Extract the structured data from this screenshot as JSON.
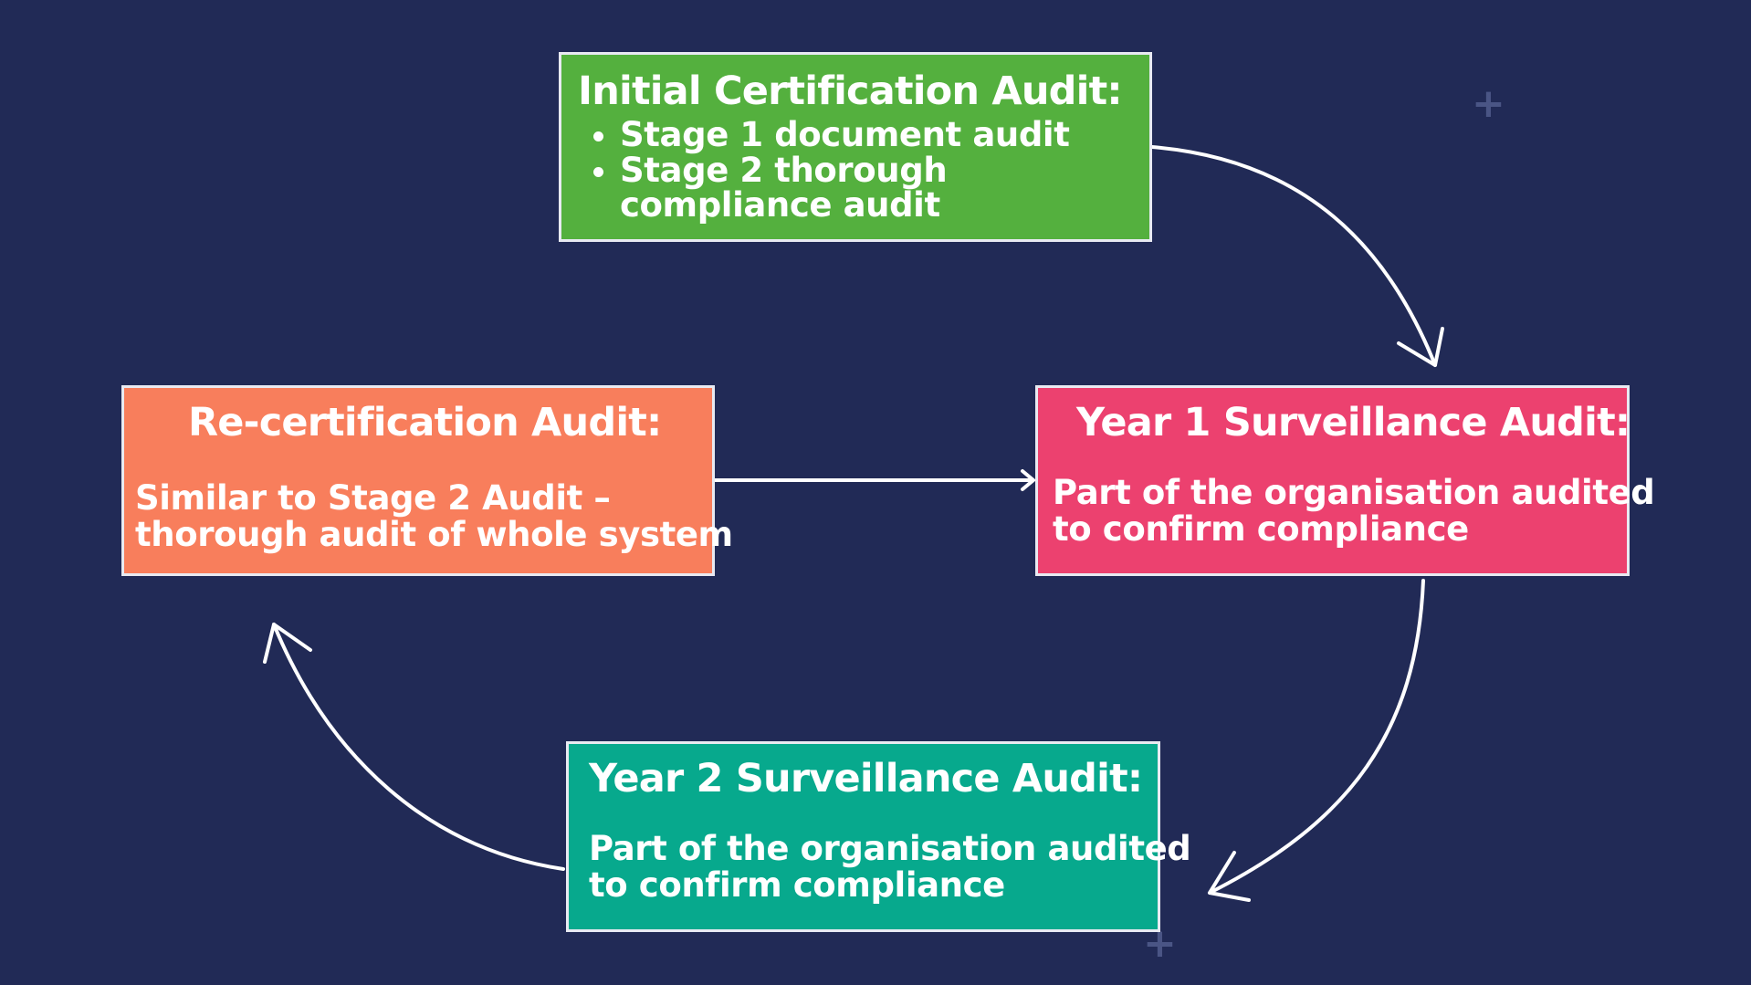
{
  "diagram": {
    "colors": {
      "background": "#212a56",
      "initial": "#54b03e",
      "year1": "#ec416f",
      "year2": "#07a98d",
      "recert": "#f87e5c",
      "border": "#e8eaf2",
      "arrow": "#ffffff"
    },
    "initial": {
      "title": "Initial Certification Audit:",
      "bullets": [
        "Stage 1 document audit",
        "Stage 2 thorough compliance audit"
      ]
    },
    "year1": {
      "title": "Year 1 Surveillance Audit:",
      "line1": "Part of the organisation audited",
      "line2": "to confirm compliance"
    },
    "year2": {
      "title": "Year 2 Surveillance Audit:",
      "line1": "Part of the organisation audited",
      "line2": "to confirm compliance"
    },
    "recert": {
      "title": "Re-certification Audit:",
      "line1": "Similar to Stage 2 Audit –",
      "line2": "thorough audit of whole system"
    },
    "decor": [
      "plus-icon",
      "plus-icon"
    ],
    "arrows": [
      "initial-to-year1",
      "year1-to-year2",
      "year2-to-recert",
      "recert-to-year1"
    ]
  }
}
